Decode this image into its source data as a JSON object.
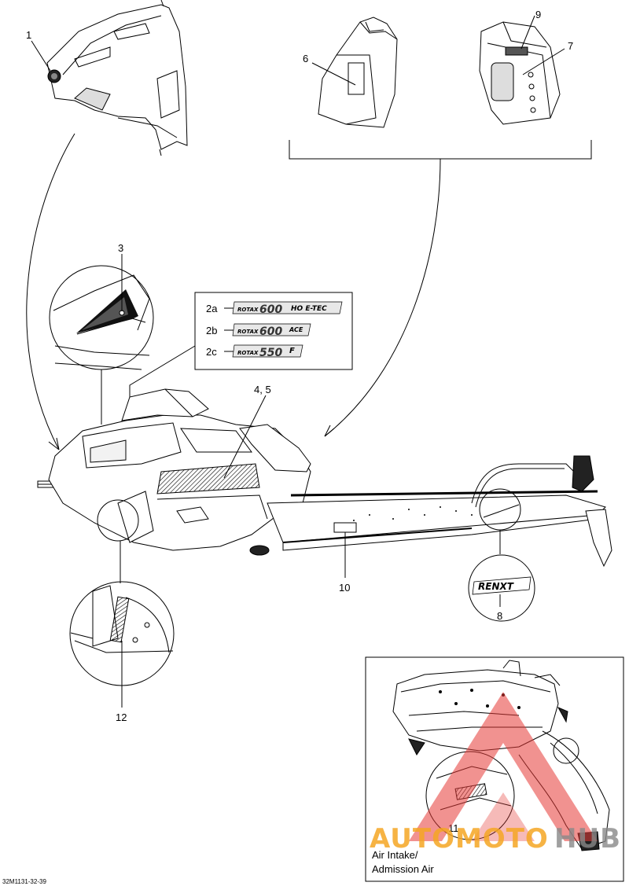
{
  "diagram": {
    "reference_code": "32M1131-32-39",
    "callouts": {
      "c1": "1",
      "c3": "3",
      "c45": "4, 5",
      "c6": "6",
      "c7": "7",
      "c8": "8",
      "c9": "9",
      "c10": "10",
      "c11": "11",
      "c12": "12"
    },
    "decal_legend": [
      {
        "code": "2a",
        "brand": "ROTAX",
        "model": "600",
        "suffix": "HO E-TEC"
      },
      {
        "code": "2b",
        "brand": "ROTAX",
        "model": "600",
        "suffix": "ACE"
      },
      {
        "code": "2c",
        "brand": "ROTAX",
        "model": "550",
        "suffix": "F"
      }
    ],
    "decal_8_text": "RENXT",
    "inset": {
      "caption_line1": "Air Intake/",
      "caption_line2": "Admission Air"
    }
  },
  "watermark": {
    "part1": "AUTOMOTO",
    "part2": "HUB",
    "color_orange": "#f5a623",
    "color_gray": "#888888",
    "color_red": "#e53935"
  }
}
